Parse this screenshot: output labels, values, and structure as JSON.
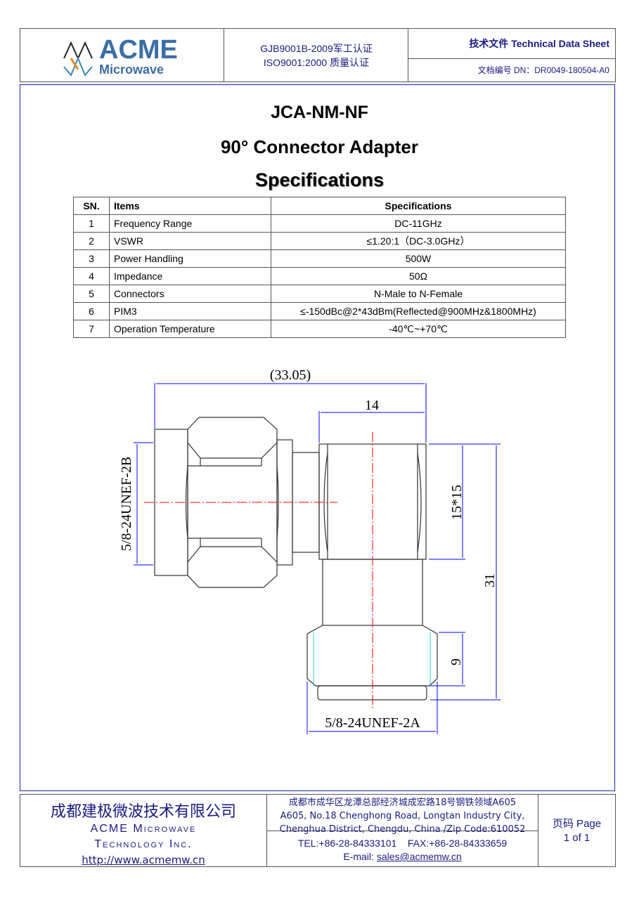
{
  "header": {
    "logo_text": "ACME",
    "logo_sub": "Microwave",
    "cert_line1": "GJB9001B-2009军工认证",
    "cert_line2": "ISO9001:2000  质量认证",
    "doc_type": "技术文件  Technical Data Sheet",
    "doc_number": "文档编号  DN：DR0049-180504-A0"
  },
  "title": {
    "model": "JCA-NM-NF",
    "name": "90° Connector Adapter",
    "section": "Specifications"
  },
  "spec_table": {
    "headers": [
      "SN.",
      "Items",
      "Specifications"
    ],
    "rows": [
      [
        "1",
        "Frequency Range",
        "DC-11GHz"
      ],
      [
        "2",
        "VSWR",
        "≤1.20:1（DC-3.0GHz）"
      ],
      [
        "3",
        "Power Handling",
        "500W"
      ],
      [
        "4",
        "Impedance",
        "50Ω"
      ],
      [
        "5",
        "Connectors",
        "N-Male to N-Female"
      ],
      [
        "6",
        "PIM3",
        "≤-150dBc@2*43dBm(Reflected@900MHz&1800MHz)"
      ],
      [
        "7",
        "Operation Temperature",
        "-40℃~+70℃"
      ]
    ]
  },
  "drawing": {
    "overall_length": "(33.05)",
    "body_width": "14",
    "hex": "15*15",
    "height": "31",
    "nut_height": "9",
    "thread_left": "5/8-24UNEF-2B",
    "thread_bottom": "5/8-24UNEF-2A"
  },
  "footer": {
    "company_cn": "成都建极微波技术有限公司",
    "company_en1": "ACME Microwave",
    "company_en2": "Technology Inc.",
    "website": "http://www.acmemw.cn",
    "address_cn": "成都市成华区龙潭总部经济城成宏路18号钢铁领域A605",
    "address_en1": "A605, No.18 Chenghong Road, Longtan Industry City,",
    "address_en2": "Chenghua District, Chengdu, China /Zip Code:610052",
    "tel_fax": "TEL:+86-28-84333101    FAX:+86-28-84333659",
    "email_label": "E-mail: ",
    "email": "sales@acmemw.cn",
    "page_label": "页码  Page",
    "page_num": "1 of 1"
  },
  "colors": {
    "brand": "#3a6ea5",
    "text_blue": "#1a1a80",
    "dim_blue": "#0000ff",
    "center_red": "#ff0000"
  }
}
